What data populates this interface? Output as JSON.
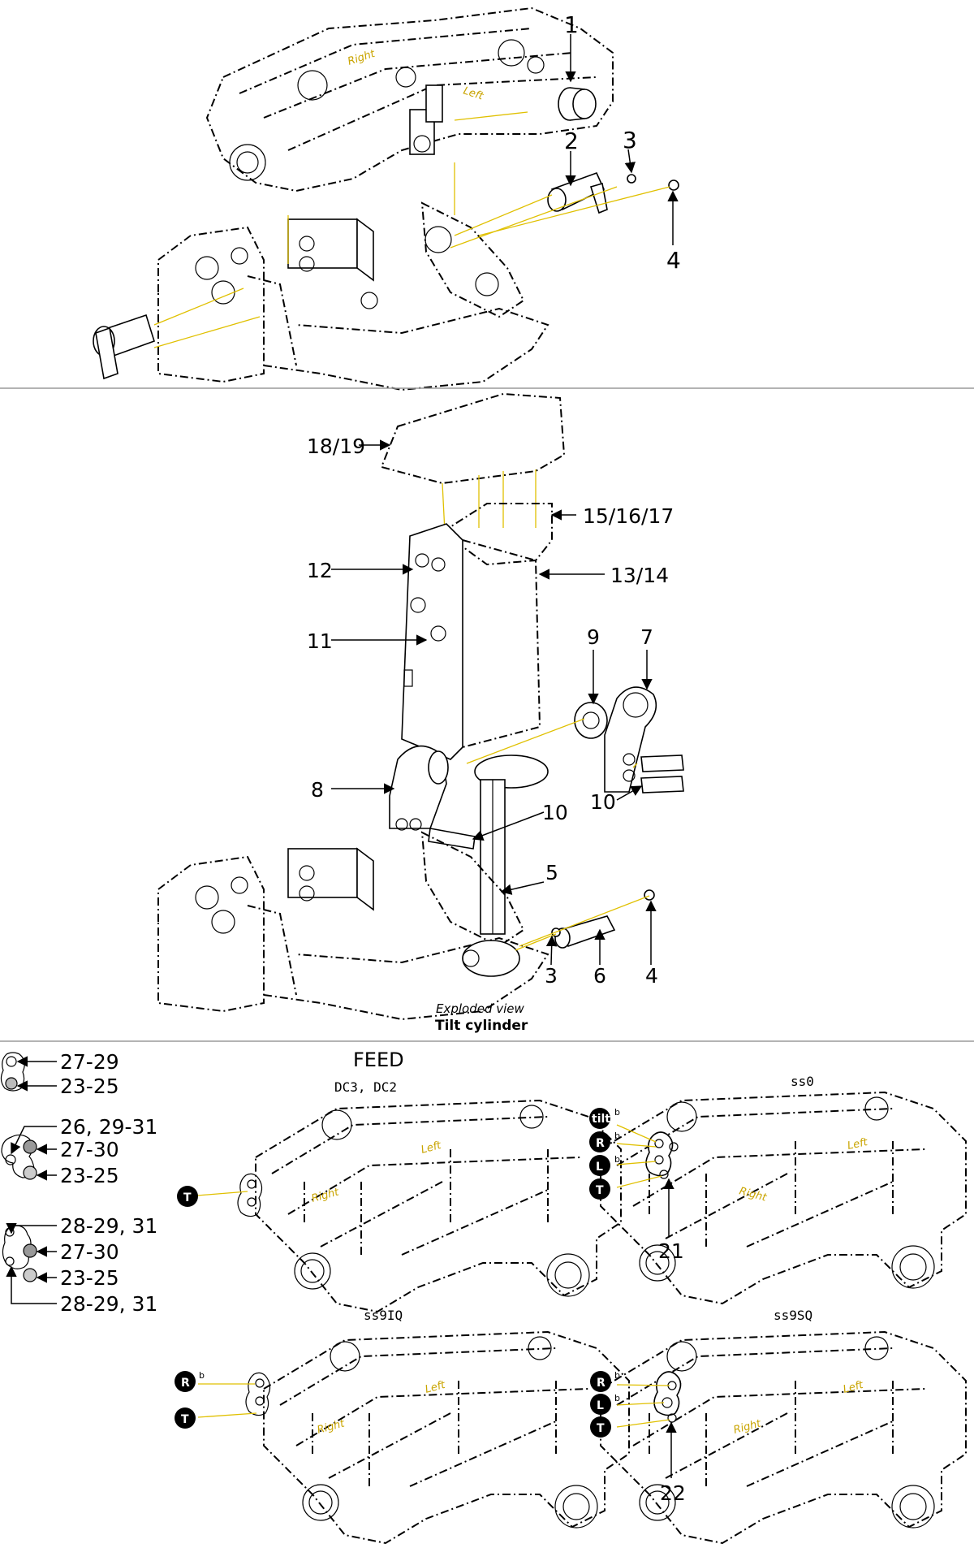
{
  "section_top": {
    "part_labels": [
      "1",
      "2",
      "3",
      "4"
    ],
    "frame_labels": {
      "right": "Right",
      "left": "Left"
    }
  },
  "section_middle": {
    "part_labels": {
      "p18_19": "18/19",
      "p15_16_17": "15/16/17",
      "p12": "12",
      "p13_14": "13/14",
      "p11": "11",
      "p9": "9",
      "p7": "7",
      "p8": "8",
      "p10a": "10",
      "p10b": "10",
      "p5": "5",
      "p3": "3",
      "p6": "6",
      "p4": "4"
    },
    "caption_italic": "Exploded view",
    "caption_bold": "Tilt cylinder"
  },
  "legend": {
    "g1": [
      "27-29",
      "23-25"
    ],
    "g2": [
      "26, 29-31",
      "27-30",
      "23-25"
    ],
    "g3": [
      "28-29, 31",
      "27-30",
      "23-25",
      "28-29, 31"
    ]
  },
  "feed": {
    "title": "FEED",
    "subtitle": "DC3, DC2",
    "variants": {
      "ss0": {
        "name": "ss0",
        "part": "21"
      },
      "ss9iq": {
        "name": "ss9IQ"
      },
      "ss9sq": {
        "name": "ss9SQ",
        "part": "22"
      }
    },
    "frame_labels": {
      "right": "Right",
      "left": "Left"
    },
    "port_badges": {
      "tilt": "tilt",
      "r": "R",
      "l": "L",
      "t": "T"
    },
    "superscript": "b"
  },
  "colors": {
    "line": "#000000",
    "guide": "#e0c000",
    "label_gold": "#c9a400",
    "divider": "#9a9a9a"
  }
}
